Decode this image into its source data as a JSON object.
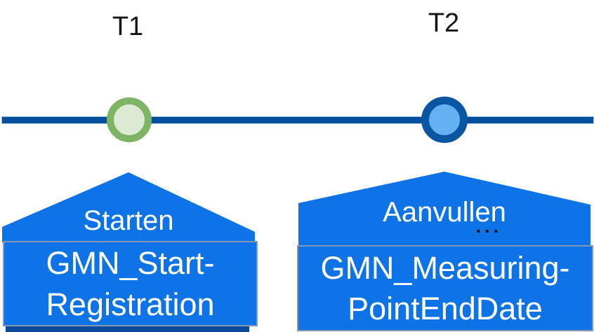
{
  "colors": {
    "callout_blue": "#0e73e6",
    "box_border": "#8396b2",
    "timeline_fill": "#05509e",
    "timeline_edge": "#9dc3e6",
    "marker_green_ring": "#7eb564",
    "marker_green_fill": "#dce9d3",
    "marker_blue_ring": "#0a56a3",
    "marker_blue_fill": "#64b2f3",
    "shadow_navy": "#0a4c9b",
    "label_text": "#141414",
    "callout_text": "#ffffff"
  },
  "timeline": {
    "t1_label": "T1",
    "t2_label": "T2"
  },
  "callouts": [
    {
      "title": "Starten",
      "code_line1": "GMN_Start-",
      "code_line2": "Registration"
    },
    {
      "title": "Aanvullen",
      "ellipsis": "...",
      "code_line1": "GMN_Measuring-",
      "code_line2": "PointEndDate"
    }
  ]
}
